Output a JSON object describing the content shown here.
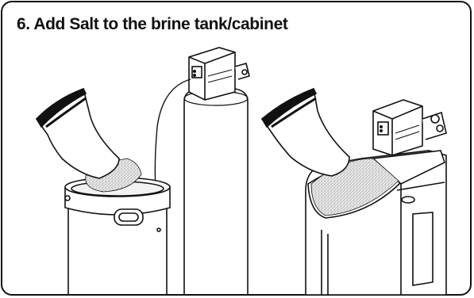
{
  "step": {
    "title": "6.  Add Salt to the brine tank/cabinet"
  },
  "colors": {
    "ink": "#111111",
    "salt": "#c8c8c8",
    "background": "#ffffff"
  },
  "illustrations": [
    {
      "name": "salt-bag-pouring-into-brine-tank",
      "icon": "salt-bag-icon"
    },
    {
      "name": "brine-tank",
      "icon": "brine-tank-icon"
    },
    {
      "name": "softener-resin-tank-with-control-valve",
      "icon": "control-valve-icon"
    },
    {
      "name": "salt-bag-pouring-into-cabinet",
      "icon": "salt-bag-icon"
    },
    {
      "name": "cabinet-softener-with-control-valve",
      "icon": "cabinet-softener-icon"
    }
  ]
}
